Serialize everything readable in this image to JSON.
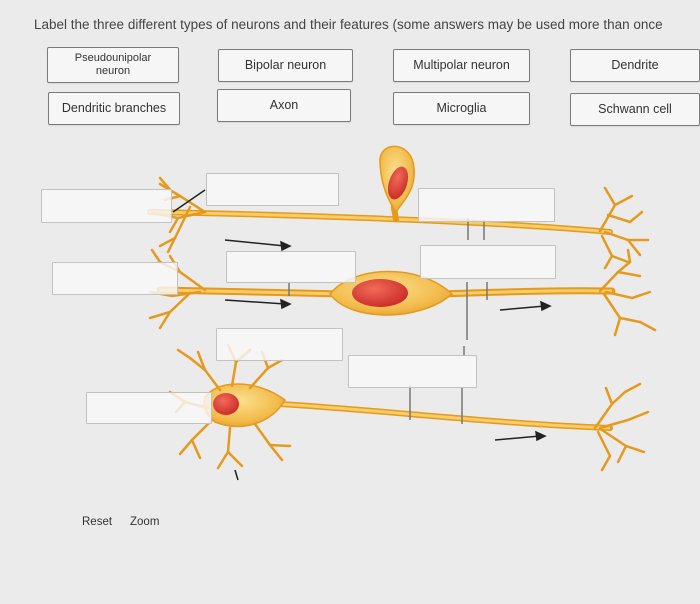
{
  "instruction": "Label the three different types of neurons and their features (some answers may be used more than once",
  "label_bank": [
    {
      "label": "Pseudounipolar\nneuron"
    },
    {
      "label": "Bipolar neuron"
    },
    {
      "label": "Multipolar neuron"
    },
    {
      "label": "Dendrite"
    },
    {
      "label": "Dendritic branches"
    },
    {
      "label": "Axon"
    },
    {
      "label": "Microglia"
    },
    {
      "label": "Schwann cell"
    }
  ],
  "toolbar": {
    "reset_label": "Reset",
    "zoom_label": "Zoom"
  },
  "colors": {
    "neuron_fill": "#f3c257",
    "neuron_stroke": "#e59a1e",
    "nucleus": "#d8322f",
    "background": "#ebebeb"
  }
}
